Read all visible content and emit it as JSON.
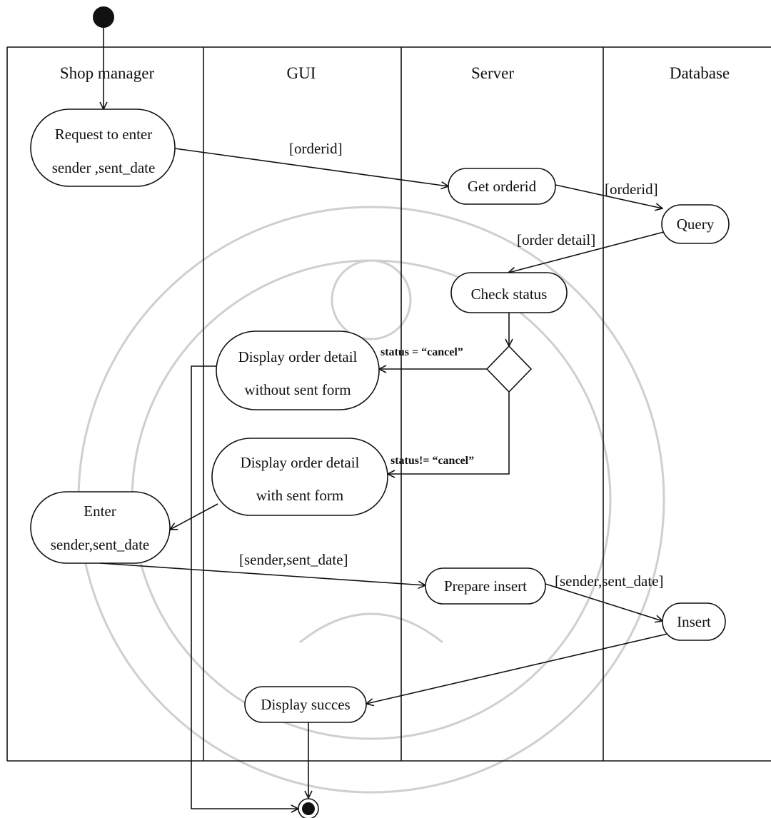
{
  "lanes": [
    "Shop manager",
    "GUI",
    "Server",
    "Database"
  ],
  "nodes": {
    "request": [
      "Request to enter",
      "sender ,sent_date"
    ],
    "get_orderid": [
      "Get orderid"
    ],
    "query": [
      "Query"
    ],
    "check_status": [
      "Check  status"
    ],
    "display_without": [
      "Display order detail",
      "without sent form"
    ],
    "display_with": [
      "Display  order  detail",
      "with  sent form"
    ],
    "enter": [
      "Enter",
      "sender,sent_date"
    ],
    "prepare_insert": [
      "Prepare insert"
    ],
    "insert": [
      "Insert"
    ],
    "display_success": [
      "Display succes"
    ]
  },
  "guards": {
    "g_orderid_1": "[orderid]",
    "g_orderid_2": "[orderid]",
    "g_order_detail": "[order detail]",
    "g_sender_1": "[sender,sent_date]",
    "g_sender_2": "[sender,sent_date]"
  },
  "conditions": {
    "cancel": "status = “cancel”",
    "not_cancel": "status!= “cancel”"
  },
  "colors": {
    "ink": "#111111",
    "watermark": "#cfcfcf",
    "background": "#ffffff"
  }
}
